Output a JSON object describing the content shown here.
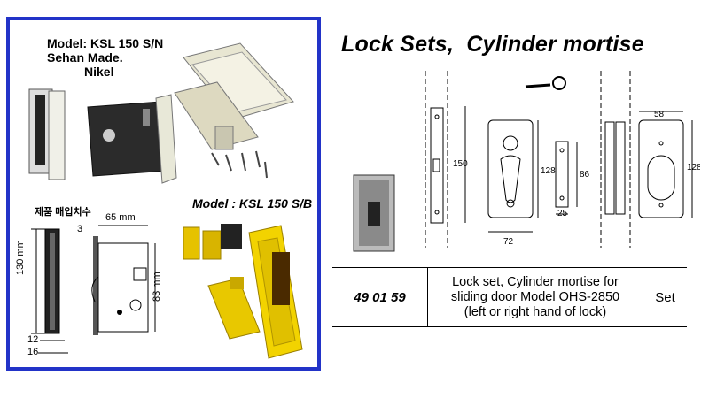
{
  "panel": {
    "model_1": {
      "line_1": "Model: KSL 150 S/N",
      "line_2": "Sehan Made.",
      "line_3": "Nikel"
    },
    "model_2": "Model : KSL 150 S/B",
    "korean_label": "제품 매입치수",
    "dims": {
      "width_65": "65 mm",
      "edge_3": "3",
      "height_130": "130 mm",
      "height_83": "83 mm",
      "face_12": "12",
      "face_16": "16"
    },
    "border_color": "#2233c8"
  },
  "title": "Lock Sets,  Cylinder mortise",
  "drawing": {
    "dims": {
      "h150": "150",
      "h128_left": "128",
      "h86": "86",
      "w25": "25",
      "w72": "72",
      "w58": "58",
      "h128_right": "128"
    }
  },
  "table": {
    "code": "49 01 59",
    "description": [
      "Lock set, Cylinder mortise for",
      "sliding door Model OHS-2850",
      "(left or right hand of lock)"
    ],
    "unit": "Set"
  }
}
